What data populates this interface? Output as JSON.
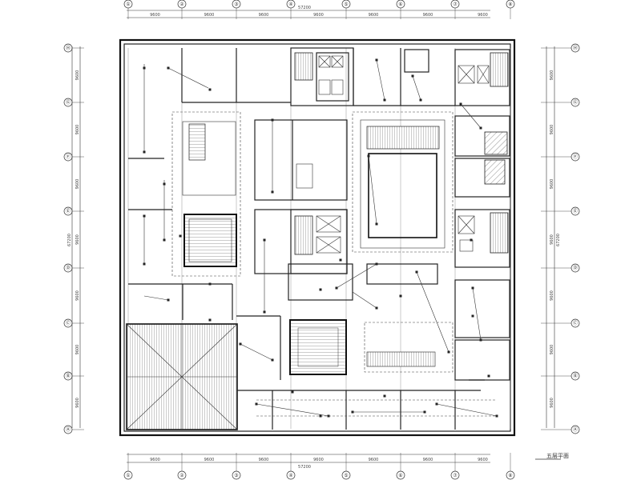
{
  "axes": {
    "top_numbers": [
      "①",
      "②",
      "③",
      "④",
      "⑤",
      "⑥",
      "⑦",
      "⑧"
    ],
    "left_letters": [
      "Ⓗ",
      "Ⓖ",
      "Ⓕ",
      "Ⓔ",
      "Ⓓ",
      "Ⓒ",
      "Ⓑ",
      "Ⓐ"
    ]
  },
  "dimensions": {
    "overall_top": "57200",
    "overall_bottom": "57200",
    "top_spans": [
      "9600",
      "9600",
      "9600",
      "9600",
      "9600",
      "9600",
      "9600"
    ],
    "bottom_spans": [
      "9600",
      "9600",
      "9600",
      "9600",
      "9600",
      "9600",
      "9600"
    ],
    "left_spans": [
      "9600",
      "9600",
      "9600",
      "9600",
      "9600",
      "9600",
      "9600"
    ],
    "right_spans": [
      "9600",
      "9600",
      "9600",
      "9600",
      "9600",
      "9600",
      "9600"
    ],
    "overall_left": "67200",
    "overall_right": "67200"
  },
  "drawing_title": "五层平面"
}
